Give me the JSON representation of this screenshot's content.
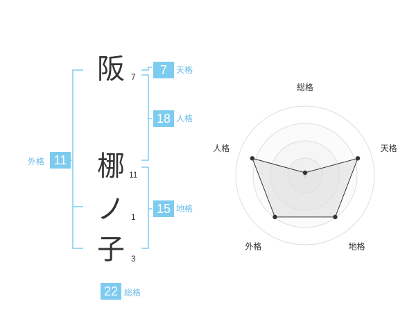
{
  "name": {
    "chars": [
      {
        "char": "阪",
        "strokes": "7"
      },
      {
        "char": "梛",
        "strokes": "11"
      },
      {
        "char": "ノ",
        "strokes": "1"
      },
      {
        "char": "子",
        "strokes": "3"
      }
    ]
  },
  "fortune": {
    "tenkaku": {
      "value": "7",
      "label": "天格"
    },
    "jinkaku": {
      "value": "18",
      "label": "人格"
    },
    "chikaku": {
      "value": "15",
      "label": "地格"
    },
    "gaikaku": {
      "value": "11",
      "label": "外格"
    },
    "soukaku": {
      "value": "22",
      "label": "総格"
    }
  },
  "colors": {
    "accent": "#7ecbf0",
    "label": "#67b9e6",
    "text": "#333333"
  },
  "chart_data": {
    "type": "radar",
    "axes": [
      "総格",
      "天格",
      "地格",
      "外格",
      "人格"
    ],
    "max": 5,
    "rings": 4,
    "values": [
      0.2,
      4.0,
      3.7,
      3.7,
      4.0
    ]
  }
}
